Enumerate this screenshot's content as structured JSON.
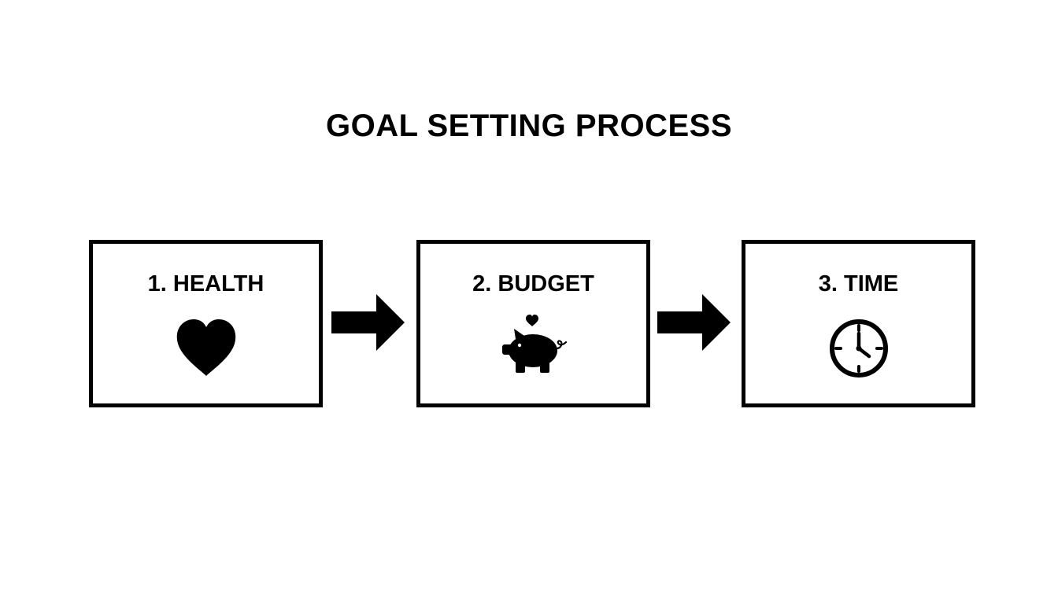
{
  "title": "GOAL SETTING PROCESS",
  "colors": {
    "ink": "#000000",
    "background": "#ffffff"
  },
  "steps": [
    {
      "label": "1. HEALTH",
      "icon": "heart-icon"
    },
    {
      "label": "2. BUDGET",
      "icon": "piggy-bank-icon"
    },
    {
      "label": "3. TIME",
      "icon": "clock-icon"
    }
  ],
  "connectors": [
    {
      "icon": "arrow-right-icon"
    },
    {
      "icon": "arrow-right-icon"
    }
  ]
}
